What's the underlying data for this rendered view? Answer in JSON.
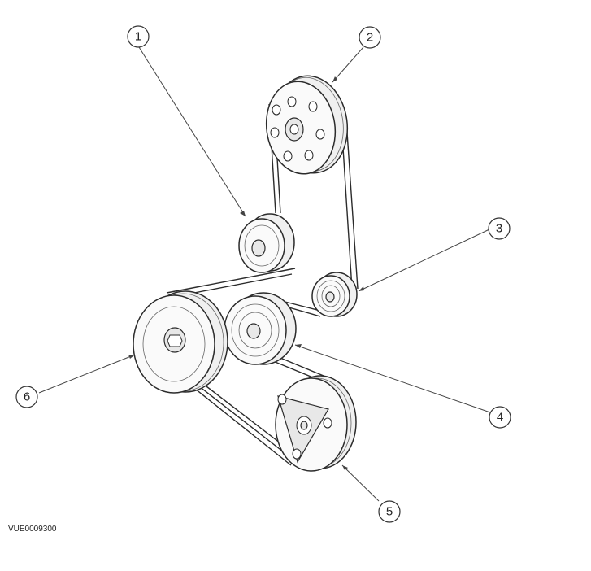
{
  "callouts": {
    "c1": "1",
    "c2": "2",
    "c3": "3",
    "c4": "4",
    "c5": "5",
    "c6": "6"
  },
  "reference_code": "VUE0009300",
  "colors": {
    "line": "#2b2b2b",
    "background": "#ffffff"
  }
}
